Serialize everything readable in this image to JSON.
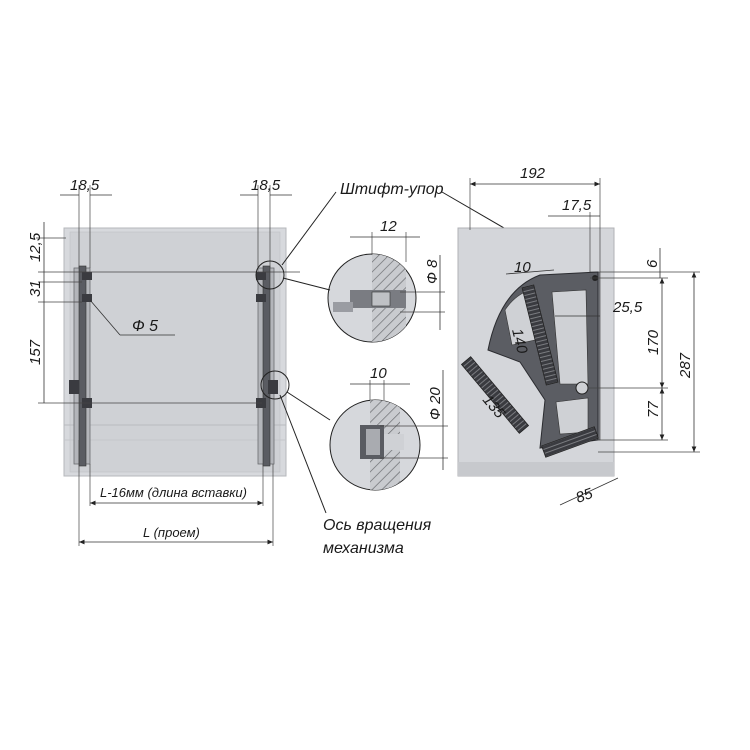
{
  "left_view": {
    "top_dims": [
      "18,5",
      "18,5"
    ],
    "side_dims": [
      "12,5",
      "31",
      "157"
    ],
    "hole_label": "Ф 5",
    "insert_length": "L-16мм (длина вставки)",
    "opening_length": "L (проем)"
  },
  "details": {
    "top": {
      "width": "12",
      "diameter": "Ф 8"
    },
    "bottom": {
      "width": "10",
      "diameter": "Ф 20"
    }
  },
  "notes": {
    "pin": "Штифт-упор",
    "axis_line1": "Ось вращения",
    "axis_line2": "механизма"
  },
  "right_view": {
    "top_dims": [
      "192",
      "17,5"
    ],
    "right_dims": [
      "6",
      "25,5",
      "170",
      "287",
      "77"
    ],
    "arm_dims": [
      "10",
      "140",
      "135",
      "85"
    ]
  },
  "colors": {
    "panel": "#d4d6da",
    "metal": "#4a4c52",
    "dark": "#2b2c30",
    "hatch": "#999ba0"
  }
}
